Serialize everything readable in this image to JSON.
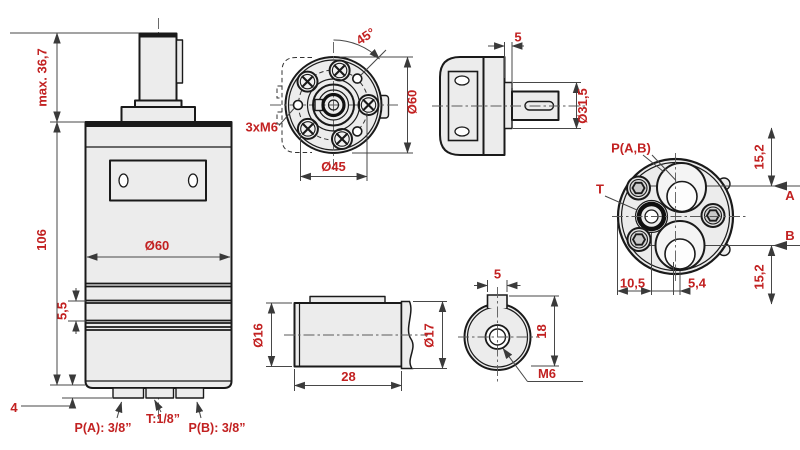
{
  "labels": {
    "front": {
      "shaft_height": "max. 36,7",
      "body_height": "106",
      "body_diameter": "Ø60",
      "groove": "5,5",
      "base": "4",
      "port_a": "P(A): 3/8”",
      "port_t": "T:1/8”",
      "port_b": "P(B): 3/8”"
    },
    "flange": {
      "angle": "45°",
      "mount_holes": "3xM6",
      "bolt_circle": "Ø45",
      "outer_diameter": "Ø60"
    },
    "side": {
      "pilot_length": "5",
      "pilot_diameter": "Ø31,5"
    },
    "ports": {
      "pressure": "P(A,B)",
      "tank": "T",
      "top_offset": "15,2",
      "section_a": "A",
      "section_b": "B",
      "bottom_offset": "15,2",
      "offset_left": "10,5",
      "offset_right": "5,4"
    },
    "shaft": {
      "diameter_front": "Ø16",
      "length": "28",
      "diameter_rear": "Ø17"
    },
    "shaft_end": {
      "key_width": "5",
      "flat_height": "18",
      "thread": "M6"
    }
  },
  "colors": {
    "dimension_text": "#c22121",
    "drawing_line": "#1a1a1a",
    "body_fill": "#ececec",
    "background": "#ffffff"
  }
}
